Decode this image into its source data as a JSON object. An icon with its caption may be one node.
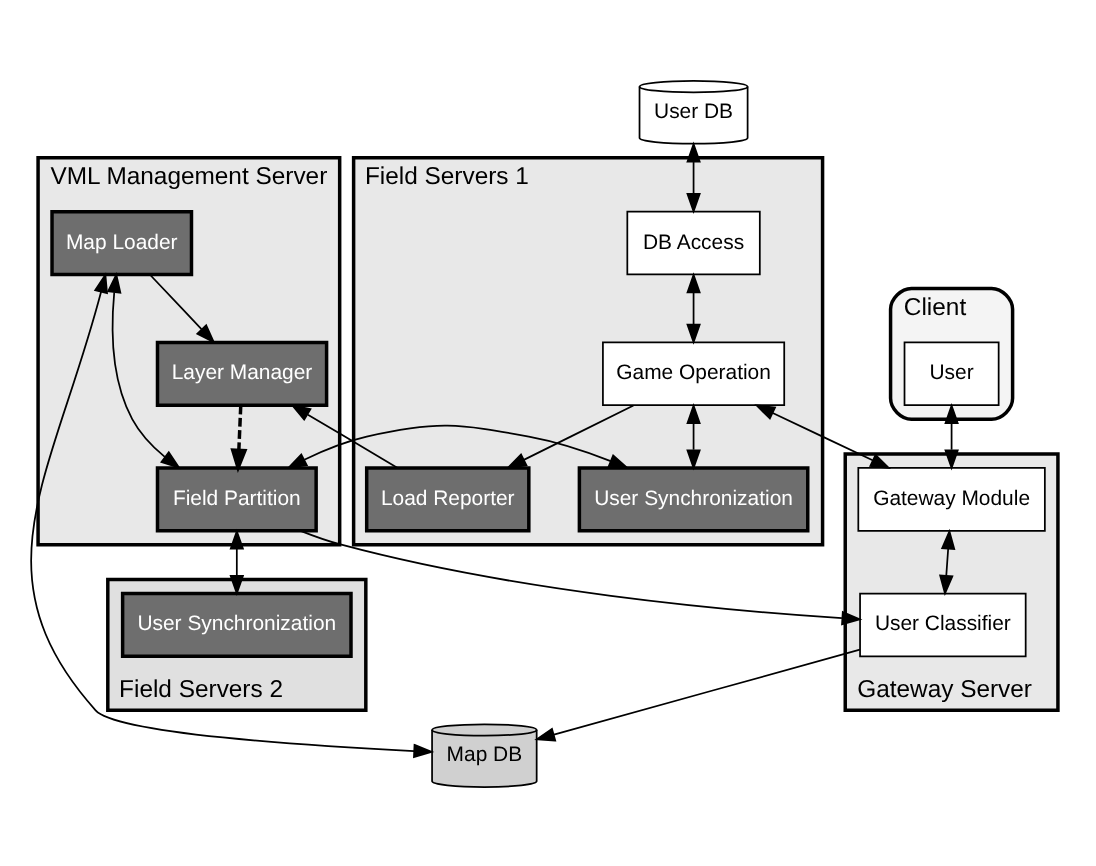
{
  "diagram": {
    "nodes": [
      {
        "text": [
          "Field Servers 1"
        ]
      },
      {
        "text": [
          "DB Access"
        ],
        "in": 0
      },
      {
        "text": [
          "Load Reporter"
        ],
        "in": 0
      },
      {
        "text": [
          "Game Operation"
        ],
        "in": 0
      },
      {
        "text": [
          "User Synchronization"
        ],
        "in": 0
      },
      {
        "text": [
          "Field Servers 2"
        ]
      },
      {
        "text": [
          "User Synchronization"
        ],
        "in": 5
      },
      {
        "text": [
          "User DB"
        ]
      },
      {
        "text": [
          "VML Management Server"
        ]
      },
      {
        "text": [
          "Layer Manager"
        ],
        "in": 8
      },
      {
        "text": [
          "Map Loader"
        ],
        "in": 8
      },
      {
        "text": [
          "Field Partition"
        ],
        "in": 8
      },
      {
        "text": [
          "Client"
        ]
      },
      {
        "text": [
          "User"
        ],
        "in": 12
      },
      {
        "text": [
          "Gateway Server"
        ]
      },
      {
        "text": [
          "Gateway Module"
        ],
        "in": 14
      },
      {
        "text": [
          "User Classifier"
        ],
        "in": 14
      },
      {
        "text": [
          "Map DB"
        ]
      }
    ],
    "edges": [
      {
        "from": 7,
        "to": 1,
        "arrow": "both"
      },
      {
        "from": 1,
        "to": 3,
        "arrow": "both"
      },
      {
        "from": 3,
        "to": 2,
        "arrow": "to"
      },
      {
        "from": 3,
        "to": 4,
        "arrow": "both"
      },
      {
        "from": 2,
        "to": 9,
        "arrow": "to"
      },
      {
        "from": 9,
        "to": 11,
        "arrow": "to",
        "style": "dashed"
      },
      {
        "from": 10,
        "to": 9,
        "arrow": "to"
      },
      {
        "from": 10,
        "to": 11,
        "arrow": "both"
      },
      {
        "from": 11,
        "to": 4,
        "arrow": "both"
      },
      {
        "from": 11,
        "to": 6,
        "arrow": "both"
      },
      {
        "from": 3,
        "to": 15,
        "arrow": "both"
      },
      {
        "from": 13,
        "to": 15,
        "arrow": "both"
      },
      {
        "from": 15,
        "to": 16,
        "arrow": "both"
      },
      {
        "from": 11,
        "to": 16,
        "arrow": "to"
      },
      {
        "from": 16,
        "to": 17,
        "arrow": "to"
      },
      {
        "from": 10,
        "to": 17,
        "arrow": "both"
      }
    ]
  }
}
